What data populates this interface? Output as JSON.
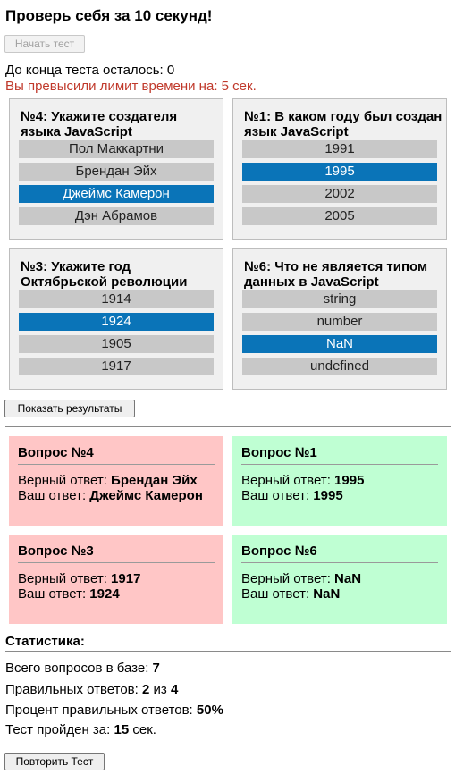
{
  "title": "Проверь себя за 10 секунд!",
  "start_button": "Начать тест",
  "timer_text": "До конца теста осталось: 0",
  "overtime_text": "Вы превысили лимит времени на: 5 сек.",
  "questions": [
    {
      "title": "№4: Укажите создателя языка JavaScript",
      "options": [
        "Пол Маккартни",
        "Брендан Эйх",
        "Джеймс Камерон",
        "Дэн Абрамов"
      ]
    },
    {
      "title": "№1: В каком году был создан язык JavaScript",
      "options": [
        "1991",
        "1995",
        "2002",
        "2005"
      ]
    },
    {
      "title": "№3: Укажите год Октябрьской революции",
      "options": [
        "1914",
        "1924",
        "1905",
        "1917"
      ]
    },
    {
      "title": "№6: Что не является типом данных в JavaScript",
      "options": [
        "string",
        "number",
        "NaN",
        "undefined"
      ]
    }
  ],
  "selected": [
    2,
    1,
    1,
    2
  ],
  "show_results_button": "Показать результаты",
  "results": [
    {
      "title": "Вопрос №4",
      "correct_label": "Верный ответ:",
      "correct": "Брендан Эйх",
      "yours_label": "Ваш ответ:",
      "yours": "Джеймс Камерон",
      "status": "wrong"
    },
    {
      "title": "Вопрос №1",
      "correct_label": "Верный ответ:",
      "correct": "1995",
      "yours_label": "Ваш ответ:",
      "yours": "1995",
      "status": "right"
    },
    {
      "title": "Вопрос №3",
      "correct_label": "Верный ответ:",
      "correct": "1917",
      "yours_label": "Ваш ответ:",
      "yours": "1924",
      "status": "wrong"
    },
    {
      "title": "Вопрос №6",
      "correct_label": "Верный ответ:",
      "correct": "NaN",
      "yours_label": "Ваш ответ:",
      "yours": "NaN",
      "status": "right"
    }
  ],
  "stats": {
    "heading": "Статистика:",
    "total_label": "Всего вопросов в базе:",
    "total": "7",
    "correct_label": "Правильных ответов:",
    "correct": "2",
    "of": "из",
    "asked": "4",
    "percent_label": "Процент правильных ответов:",
    "percent": "50%",
    "time_label": "Тест пройден за:",
    "time": "15",
    "time_unit": "сек."
  },
  "repeat_button": "Повторить Тест",
  "colors": {
    "selected": "#0a74b8",
    "wrong_bg": "#ffc6c6",
    "right_bg": "#bfffd3",
    "warning": "#c0392b"
  }
}
